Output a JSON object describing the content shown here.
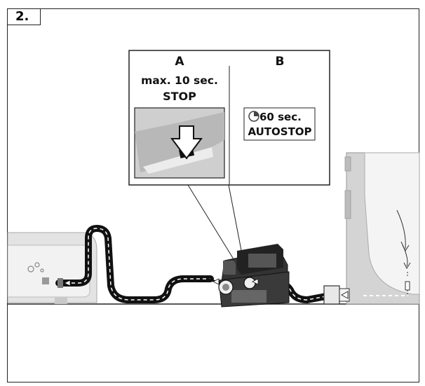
{
  "step": {
    "number": "2."
  },
  "callout": {
    "a": {
      "label": "A",
      "line1": "max. 10 sec.",
      "line2": "STOP"
    },
    "b": {
      "label": "B",
      "timer": "60 sec.",
      "autostop": "AUTOSTOP"
    }
  },
  "icons": {
    "push_arrow": "down-arrow-icon",
    "timer": "timer-icon",
    "flow": "flow-arrow-icon"
  },
  "colors": {
    "line": "#222222",
    "hose": "#111111",
    "panel_fill": "#e0e0e0",
    "pool_fill": "#cfcfcf",
    "tub_fill": "#dddddd"
  }
}
